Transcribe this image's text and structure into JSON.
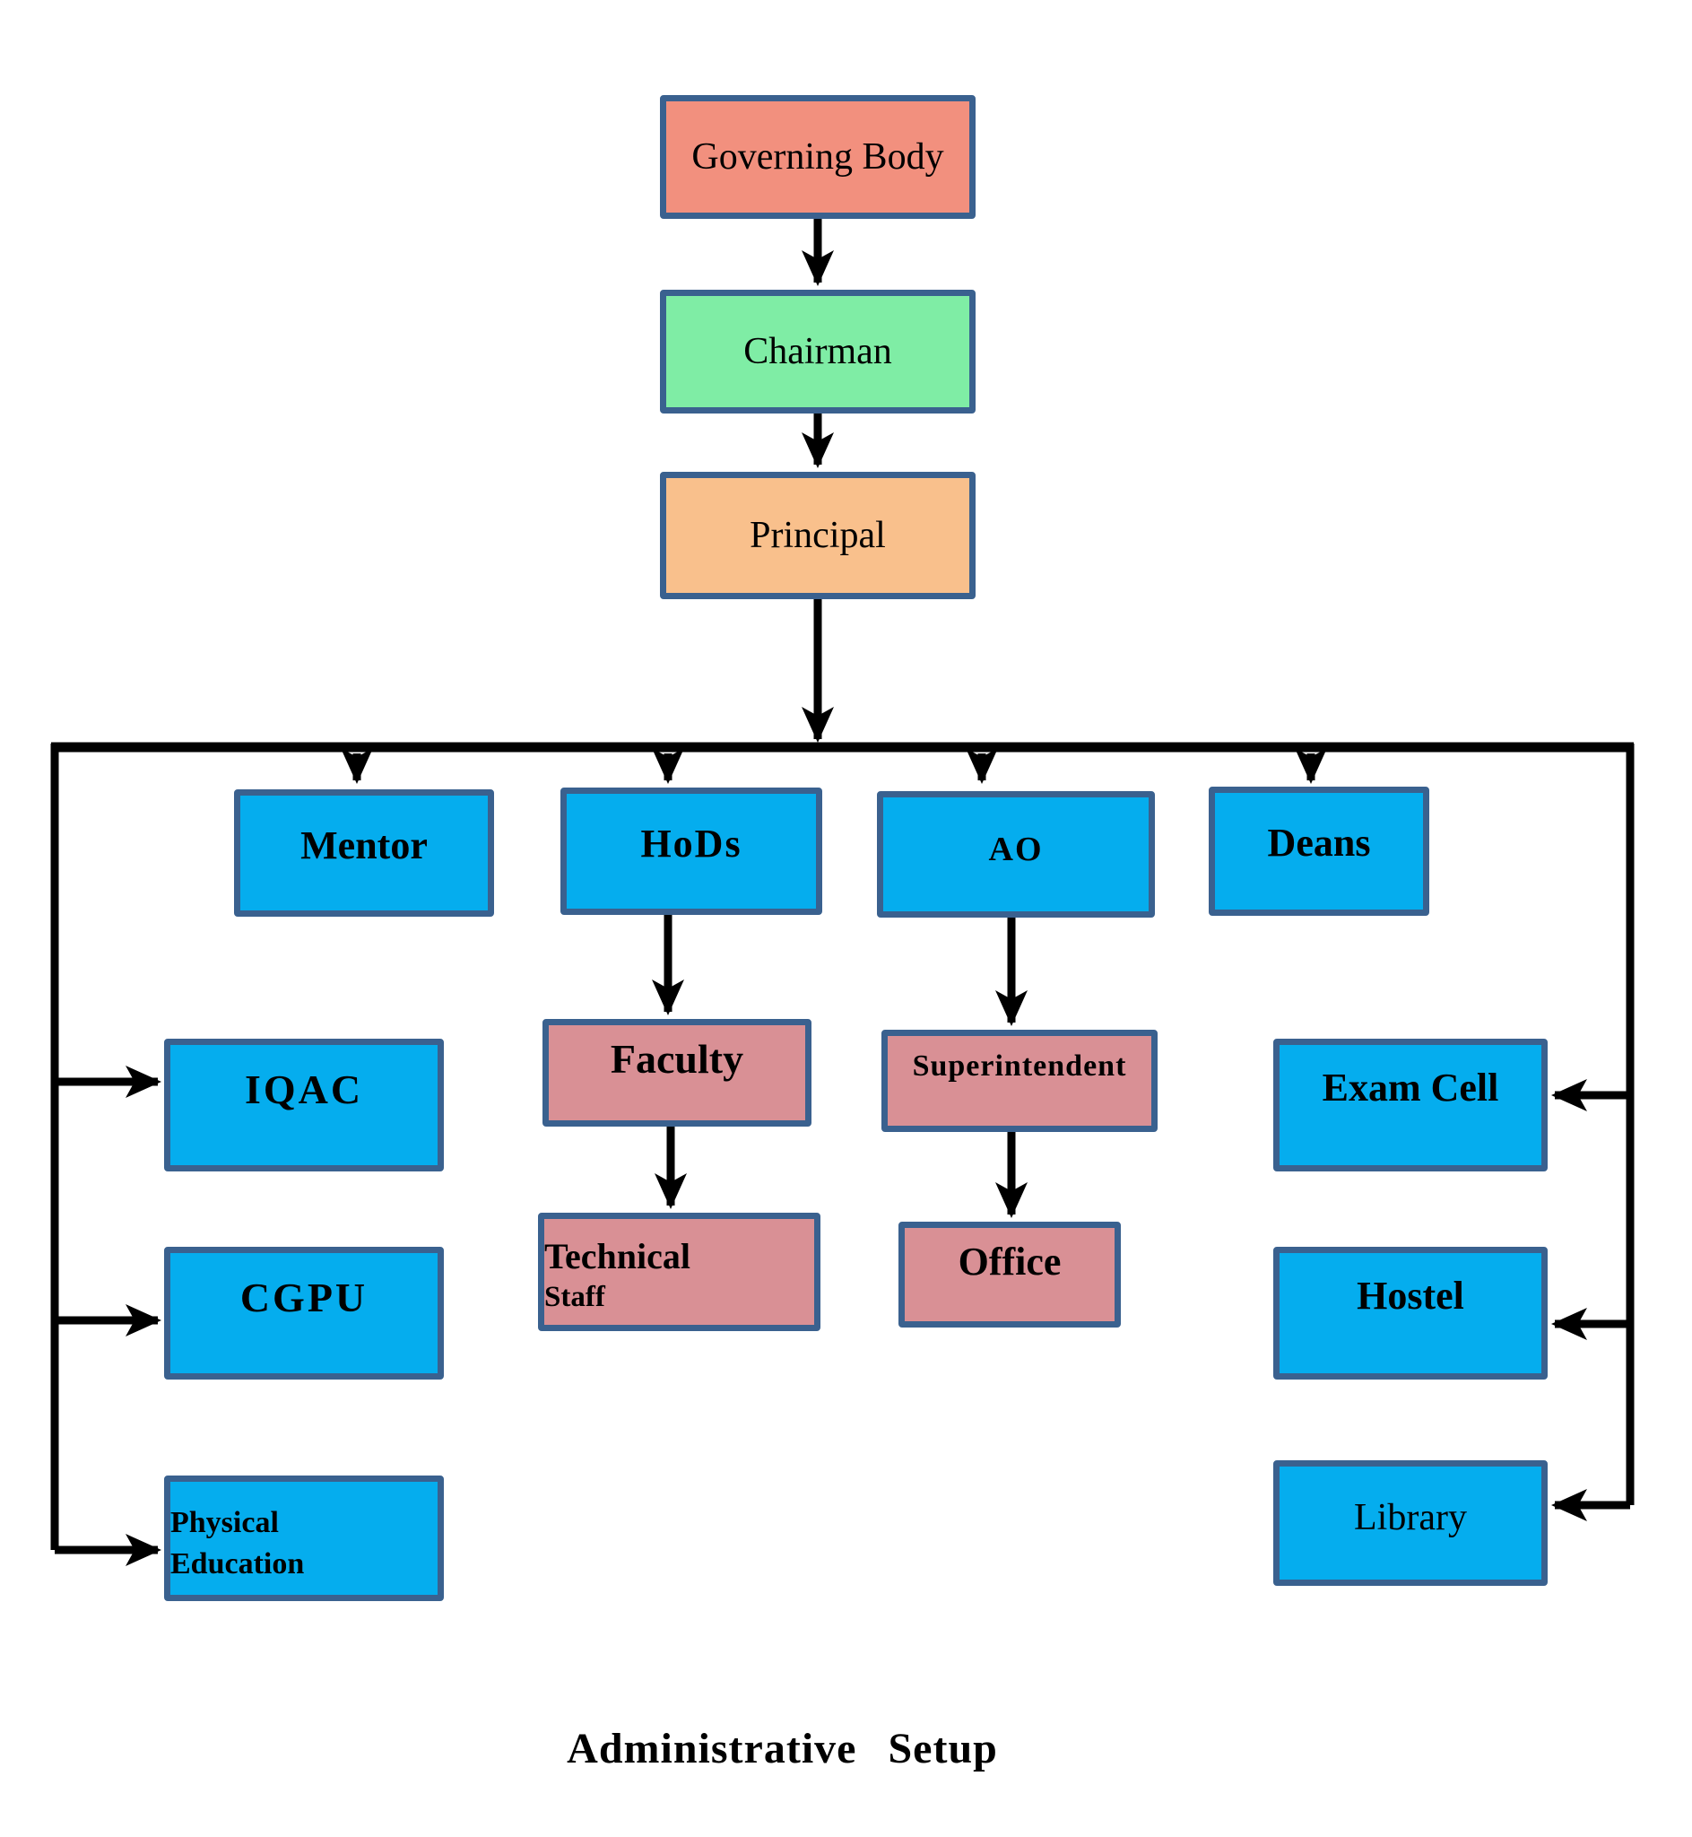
{
  "title": "Administrative Setup",
  "colors": {
    "background": "#FFFFFF",
    "box_border": "#3A618F",
    "connector": "#000000",
    "salmon": "#F2907E",
    "green": "#7FEDA5",
    "peach": "#F9C08C",
    "blue": "#05ADEE",
    "pink": "#D99095"
  },
  "nodes": {
    "governing_body": {
      "label": "Governing Body",
      "fill": "#F2907E"
    },
    "chairman": {
      "label": "Chairman",
      "fill": "#7FEDA5"
    },
    "principal": {
      "label": "Principal",
      "fill": "#F9C08C"
    },
    "mentor": {
      "label": "Mentor",
      "fill": "#05ADEE"
    },
    "hods": {
      "label": "HoDs",
      "fill": "#05ADEE"
    },
    "ao": {
      "label": "AO",
      "fill": "#05ADEE"
    },
    "deans": {
      "label": "Deans",
      "fill": "#05ADEE"
    },
    "iqac": {
      "label": "IQAC",
      "fill": "#05ADEE"
    },
    "cgpu": {
      "label": "CGPU",
      "fill": "#05ADEE"
    },
    "physical_education": {
      "label": "Physical Education",
      "line1": "Physical",
      "line2": "Education",
      "fill": "#05ADEE"
    },
    "faculty": {
      "label": "Faculty",
      "fill": "#D99095"
    },
    "superintendent": {
      "label": "Superintendent",
      "fill": "#D99095"
    },
    "technical_staff": {
      "label": "Technical Staff",
      "line1": "Technical",
      "line2": "Staff",
      "fill": "#D99095"
    },
    "office": {
      "label": "Office",
      "fill": "#D99095"
    },
    "exam_cell": {
      "label": "Exam Cell",
      "fill": "#05ADEE"
    },
    "hostel": {
      "label": "Hostel",
      "fill": "#05ADEE"
    },
    "library": {
      "label": "Library",
      "fill": "#05ADEE"
    }
  },
  "edges": [
    {
      "from": "governing_body",
      "to": "chairman"
    },
    {
      "from": "chairman",
      "to": "principal"
    },
    {
      "from": "principal",
      "to": "mentor"
    },
    {
      "from": "principal",
      "to": "hods"
    },
    {
      "from": "principal",
      "to": "ao"
    },
    {
      "from": "principal",
      "to": "deans"
    },
    {
      "from": "principal",
      "to": "iqac"
    },
    {
      "from": "principal",
      "to": "cgpu"
    },
    {
      "from": "principal",
      "to": "physical_education"
    },
    {
      "from": "principal",
      "to": "exam_cell"
    },
    {
      "from": "principal",
      "to": "hostel"
    },
    {
      "from": "principal",
      "to": "library"
    },
    {
      "from": "hods",
      "to": "faculty"
    },
    {
      "from": "faculty",
      "to": "technical_staff"
    },
    {
      "from": "ao",
      "to": "superintendent"
    },
    {
      "from": "superintendent",
      "to": "office"
    }
  ]
}
